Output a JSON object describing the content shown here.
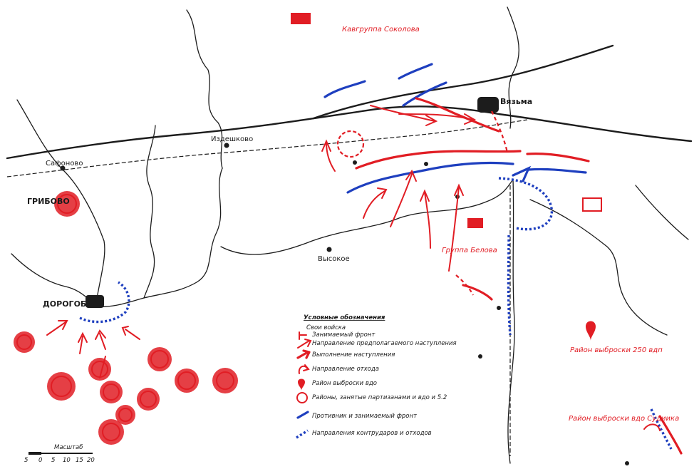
{
  "colors": {
    "ink": "#1c1c1c",
    "own_forces": "#e11d24",
    "enemy": "#1e3fbf",
    "paper": "#ffffff"
  },
  "map": {
    "towns": {
      "vyazma": "Вязьма",
      "dorogobuzh": "ДОРОГОБУЖ",
      "gribovo": "ГРИБОВО",
      "izdeshkovo": "Издешково",
      "safonovo": "Сафоново",
      "vysokoe": "Высокое"
    },
    "red_labels": {
      "kavgruppa_sokolova": "Кавгруппа Соколова",
      "gruppa_belova": "Группа Белова",
      "rayon_vybroski_250": "Район выброски 250 вдп",
      "rayon_vybroski_sudiyka": "Район выброски вдо Судиика"
    },
    "legend": {
      "title": "Условные обозначения",
      "own_heading": "Свои войска",
      "own_items": [
        "Занимаемый фронт",
        "Направление предполагаемого наступления",
        "Выполнение наступления",
        "Направление отхода",
        "Район выброски вдо",
        "Районы, занятые партизанами и вдо и 5.2"
      ],
      "enemy_items": [
        "Противник и занимаемый фронт",
        "Направления контрударов и отходов"
      ]
    },
    "scale": {
      "title": "Масштаб",
      "ticks": [
        "5",
        "0",
        "5",
        "10",
        "15",
        "20"
      ]
    }
  }
}
